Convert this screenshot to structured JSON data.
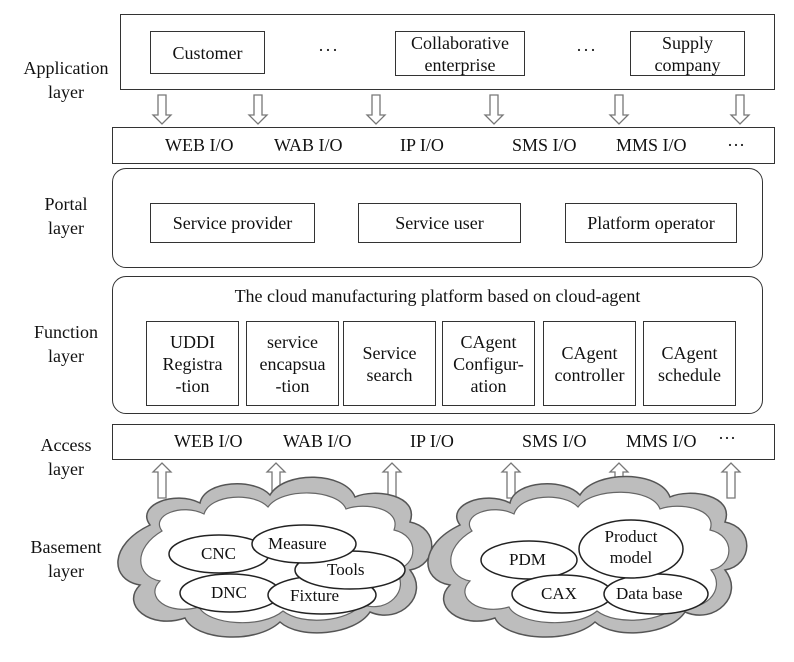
{
  "layers": {
    "application": [
      "Application",
      "layer"
    ],
    "portal": [
      "Portal",
      "layer"
    ],
    "function": [
      "Function",
      "layer"
    ],
    "access": [
      "Access",
      "layer"
    ],
    "basement": [
      "Basement",
      "layer"
    ]
  },
  "application": {
    "boxes": [
      [
        "Customer"
      ],
      [
        "Collaborative",
        "enterprise"
      ],
      [
        "Supply",
        "company"
      ]
    ],
    "dots": [
      "···",
      "···"
    ]
  },
  "top_io": [
    "WEB I/O",
    "WAB I/O",
    "IP I/O",
    "SMS I/O",
    "MMS I/O",
    "···"
  ],
  "portal": [
    "Service provider",
    "Service user",
    "Platform operator"
  ],
  "function": {
    "title": "The cloud manufacturing platform based on cloud-agent",
    "modules": [
      [
        "UDDI",
        "Registra",
        "-tion"
      ],
      [
        "service",
        "encapsua",
        "-tion"
      ],
      [
        "Service",
        "search"
      ],
      [
        "CAgent",
        "Configur-",
        "ation"
      ],
      [
        "CAgent",
        "controller"
      ],
      [
        "CAgent",
        "schedule"
      ]
    ]
  },
  "access_io": [
    "WEB I/O",
    "WAB I/O",
    "IP I/O",
    "SMS I/O",
    "MMS I/O",
    "···"
  ],
  "basement": {
    "left_cloud": [
      "CNC",
      "Measure",
      "Tools",
      "DNC",
      "Fixture"
    ],
    "right_cloud": [
      "PDM",
      "Product",
      "model",
      "CAX",
      "Data base"
    ]
  }
}
